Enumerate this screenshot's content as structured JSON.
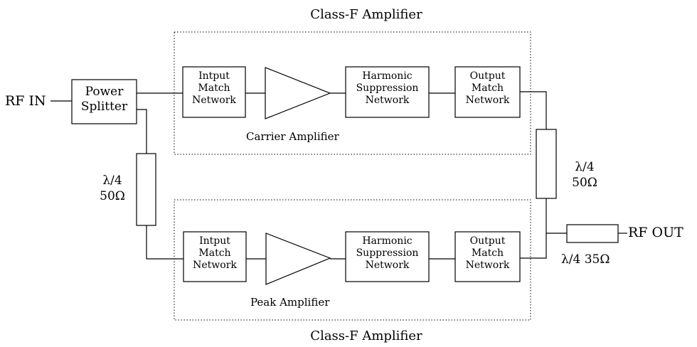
{
  "top_amplifier_title": "Class-F Amplifier",
  "bottom_amplifier_title": "Class-F Amplifier",
  "rf_in": "RF IN",
  "rf_out": "RF OUT",
  "power_splitter": [
    "Power",
    "Splitter"
  ],
  "carrier_path": {
    "input_match": [
      "Intput",
      "Match",
      "Network"
    ],
    "harmonic": [
      "Harmonic",
      "Suppression",
      "Network"
    ],
    "output_match": [
      "Output",
      "Match",
      "Network"
    ],
    "label": "Carrier Amplifier"
  },
  "peak_path": {
    "input_match": [
      "Intput",
      "Match",
      "Network"
    ],
    "harmonic": [
      "Harmonic",
      "Suppression",
      "Network"
    ],
    "output_match": [
      "Output",
      "Match",
      "Network"
    ],
    "label": "Peak Amplifier"
  },
  "input_tline": [
    "λ/4",
    "50Ω"
  ],
  "output_tline": [
    "λ/4",
    "50Ω"
  ],
  "out_tline": "λ/4 35Ω"
}
